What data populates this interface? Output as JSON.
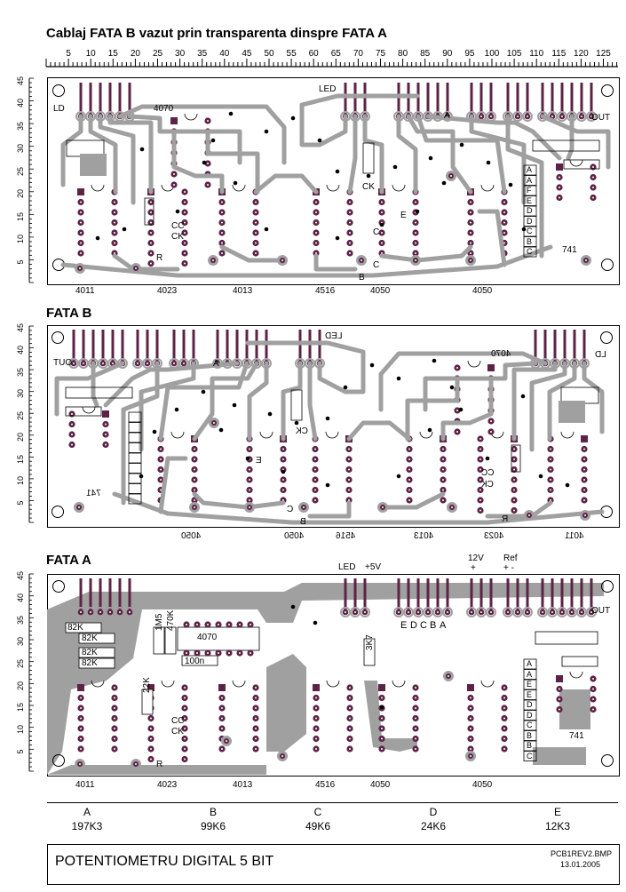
{
  "page": {
    "title": "Cablaj FATA B vazut prin transparenta dinspre FATA A",
    "section_b_title": "FATA B",
    "section_a_title": "FATA A"
  },
  "ruler": {
    "ticks": [
      "5",
      "10",
      "15",
      "20",
      "25",
      "30",
      "35",
      "40",
      "45",
      "50",
      "55",
      "60",
      "65",
      "70",
      "75",
      "80",
      "85",
      "90",
      "95",
      "100",
      "105",
      "110",
      "115",
      "120",
      "125"
    ]
  },
  "vertical_ruler": {
    "ticks": [
      "45",
      "40",
      "35",
      "30",
      "25",
      "20",
      "15",
      "10",
      "5"
    ]
  },
  "board_top": {
    "chips": [
      "4011",
      "4023",
      "4013",
      "4516",
      "4050",
      "4050"
    ],
    "labels": {
      "ld": "LD",
      "led": "LED",
      "out": "OUT",
      "ic4070": "4070",
      "cc": "CC",
      "ck": "CK",
      "ck2": "CK",
      "r": "R",
      "e": "E",
      "c": "C",
      "c2": "C",
      "b": "B",
      "a": "A",
      "op741": "741"
    },
    "pins": [
      "A",
      "A",
      "F",
      "E",
      "D",
      "D",
      "C",
      "B",
      "C"
    ]
  },
  "board_b": {
    "chips": [
      "4011",
      "4023",
      "4013",
      "4516",
      "4050",
      "4050"
    ],
    "labels": {
      "ld": "LD",
      "led": "LED",
      "out": "OUT",
      "ic4070": "4070",
      "cc": "CC",
      "ck": "CK",
      "ck2": "CK",
      "r": "R",
      "e": "E",
      "c": "C",
      "b": "B",
      "a": "A",
      "op741": "741"
    }
  },
  "board_a": {
    "chips": [
      "4011",
      "4023",
      "4013",
      "4516",
      "4050",
      "4050"
    ],
    "header_labels": {
      "led": "LED",
      "v5": "+5V",
      "v12": "12V",
      "plus": "+",
      "ref": "Ref",
      "minus": "+ -",
      "out": "OUT"
    },
    "letters": [
      "E",
      "D",
      "C",
      "B",
      "A"
    ],
    "resistors": [
      "82K",
      "82K",
      "82K",
      "82K",
      "1M5",
      "470K",
      "100n",
      "3K7",
      "22K"
    ],
    "ic4070": "4070",
    "cc": "CC",
    "ck": "CK",
    "r": "R",
    "pins": [
      "A",
      "A",
      "E",
      "E",
      "D",
      "D",
      "C",
      "B",
      "B",
      "C"
    ],
    "op741": "741"
  },
  "footer": {
    "columns": [
      {
        "letter": "A",
        "value": "197K3"
      },
      {
        "letter": "B",
        "value": "99K6"
      },
      {
        "letter": "C",
        "value": "49K6"
      },
      {
        "letter": "D",
        "value": "24K6"
      },
      {
        "letter": "E",
        "value": "12K3"
      }
    ],
    "title": "POTENTIOMETRU DIGITAL 5 BIT",
    "file": "PCB1REV2.BMP",
    "date": "13.01.2005"
  },
  "colors": {
    "trace": "#a0a0a0",
    "pad": "#5c2346",
    "ink": "#000000",
    "outline": "#000000"
  }
}
